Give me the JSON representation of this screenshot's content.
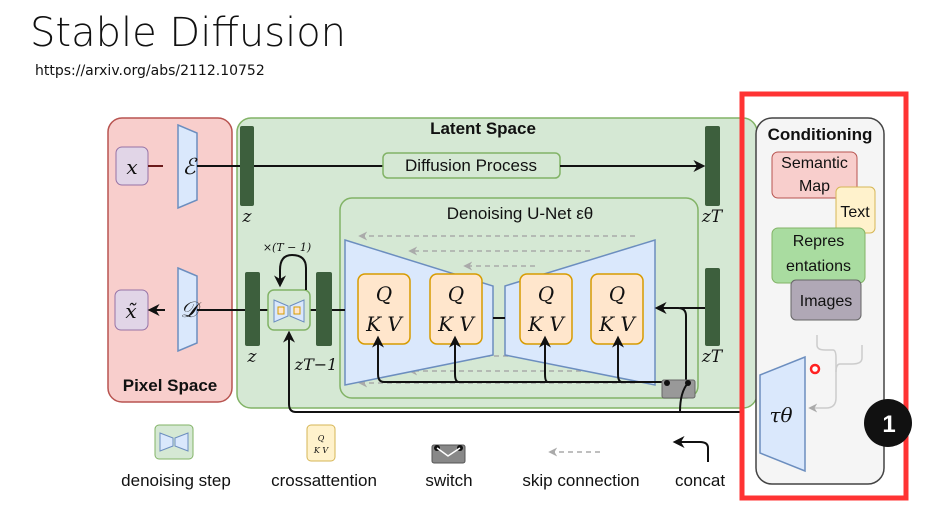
{
  "slide": {
    "title": "Stable Diffusion",
    "url": "https://arxiv.org/abs/2112.10752"
  },
  "diagram": {
    "latent_space_label": "Latent Space",
    "pixel_space_label": "Pixel Space",
    "diffusion_process_label": "Diffusion Process",
    "unet_label": "Denoising U-Net εθ",
    "x_label": "x",
    "x_tilde_label": "x̃",
    "encoder_label": "ℰ",
    "decoder_label": "𝒟",
    "z_label": "z",
    "z_T_label": "zT",
    "z_T_minus_1_label": "zT−1",
    "repeat_label": "×(T − 1)",
    "qkv_q": "Q",
    "qkv_kv": "K V",
    "conditioning": {
      "title": "Conditioning",
      "items": [
        "Semantic Map",
        "Text",
        "Repres entations",
        "Images"
      ],
      "tau_label": "τθ"
    },
    "legend": {
      "denoising_step": "denoising step",
      "crossattention": "crossattention",
      "switch": "switch",
      "skip_connection": "skip connection",
      "concat": "concat"
    }
  },
  "overlay": {
    "highlight_color": "#ff3333",
    "step_badge": "1"
  },
  "colors": {
    "pixel_space": "#f8cecc",
    "latent_space": "#d5e8d4",
    "encoder": "#dae8fc",
    "qkv": "#ffe6cc",
    "latent_bar": "#3d5f3d"
  }
}
